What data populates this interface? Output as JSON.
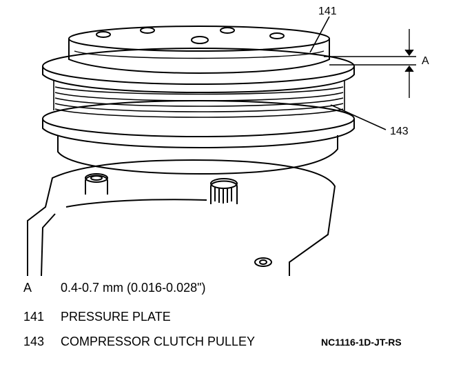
{
  "callouts": {
    "plate": "141",
    "gap": "A",
    "pulley": "143"
  },
  "legend": [
    {
      "key": "A",
      "text": "0.4-0.7 mm (0.016-0.028\")"
    },
    {
      "key": "141",
      "text": "PRESSURE PLATE"
    },
    {
      "key": "143",
      "text": "COMPRESSOR CLUTCH PULLEY"
    }
  ],
  "doc_id": "NC1116-1D-JT-RS",
  "colors": {
    "ink": "#000000",
    "paper": "#ffffff"
  }
}
